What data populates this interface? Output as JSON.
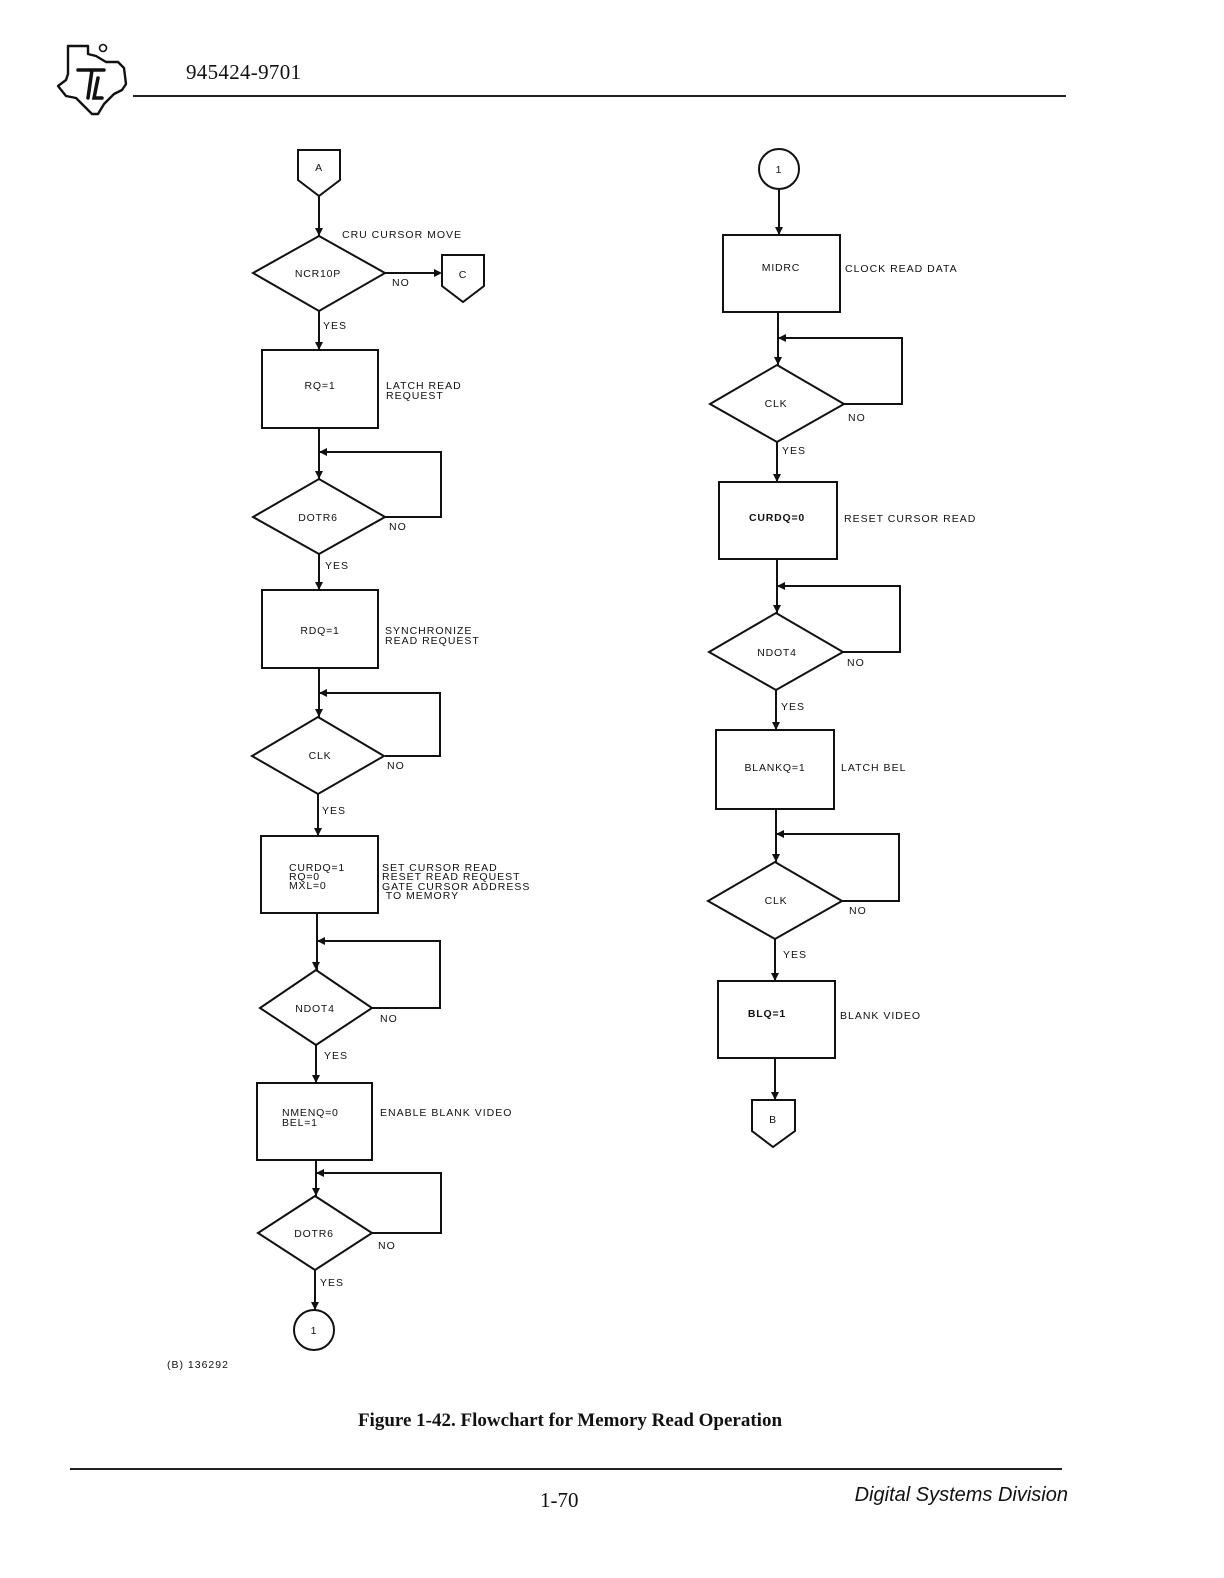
{
  "header": {
    "doc_number": "945424-9701"
  },
  "flowchart_left": {
    "start_connector": "A",
    "d1": {
      "annotation": "CRU CURSOR MOVE",
      "text": "NCR10P",
      "no": "NO",
      "yes": "YES",
      "off_page_connector": "C"
    },
    "b1": {
      "text": "RQ=1",
      "note": [
        "LATCH READ",
        "REQUEST"
      ]
    },
    "d2": {
      "text": "DOTR6",
      "no": "NO",
      "yes": "YES"
    },
    "b2": {
      "text": "RDQ=1",
      "note": [
        "SYNCHRONIZE",
        "READ REQUEST"
      ]
    },
    "d3": {
      "text": "CLK",
      "no": "NO",
      "yes": "YES"
    },
    "b3": {
      "text": [
        "CURDQ=1",
        "RQ=0",
        "MXL=0"
      ],
      "note": [
        "SET CURSOR READ",
        "RESET READ REQUEST",
        "GATE CURSOR ADDRESS",
        " TO MEMORY"
      ]
    },
    "d4": {
      "text": "NDOT4",
      "no": "NO",
      "yes": "YES"
    },
    "b4": {
      "text": [
        "NMENQ=0",
        "BEL=1"
      ],
      "note": [
        "ENABLE BLANK VIDEO"
      ]
    },
    "d5": {
      "text": "DOTR6",
      "no": "NO",
      "yes": "YES"
    },
    "end_connector": "1"
  },
  "flowchart_right": {
    "start_connector": "1",
    "b1": {
      "text": "MIDRC",
      "note": [
        "CLOCK READ DATA"
      ]
    },
    "d1": {
      "text": "CLK",
      "no": "NO",
      "yes": "YES"
    },
    "b2": {
      "text": "CURDQ=0",
      "note": [
        "RESET CURSOR READ"
      ]
    },
    "d2": {
      "text": "NDOT4",
      "no": "NO",
      "yes": "YES"
    },
    "b3": {
      "text": "BLANKQ=1",
      "note": [
        "LATCH BEL"
      ]
    },
    "d3": {
      "text": "CLK",
      "no": "NO",
      "yes": "YES"
    },
    "b4": {
      "text": "BLQ=1",
      "note": [
        "BLANK VIDEO"
      ]
    },
    "end_connector": "B"
  },
  "drawing_number": "(B) 136292",
  "figure_caption": "Figure 1-42. Flowchart for Memory Read Operation",
  "footer": {
    "page_number": "1-70",
    "division": "Digital Systems Division"
  }
}
